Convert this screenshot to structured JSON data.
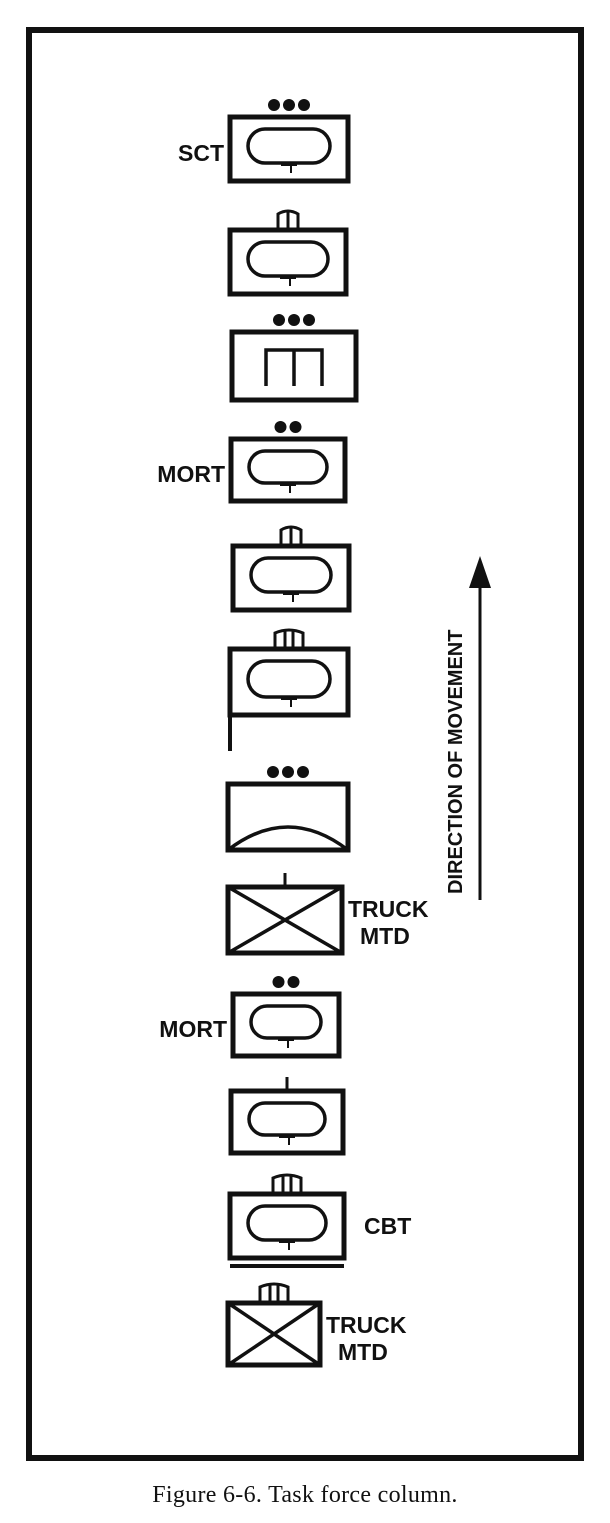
{
  "figure": {
    "caption": "Figure 6-6. Task force column.",
    "direction_label": "DIRECTION OF MOVEMENT"
  },
  "units": [
    {
      "type": "armor",
      "size": "platoon",
      "label_left": "SCT",
      "label_right": []
    },
    {
      "type": "armor",
      "size": "company",
      "label_left": "",
      "label_right": []
    },
    {
      "type": "engineer",
      "size": "platoon",
      "label_left": "",
      "label_right": []
    },
    {
      "type": "armor",
      "size": "section",
      "label_left": "MORT",
      "label_right": []
    },
    {
      "type": "armor",
      "size": "company",
      "label_left": "",
      "label_right": []
    },
    {
      "type": "armor",
      "size": "battalion",
      "label_left": "",
      "label_right": [],
      "flag": true
    },
    {
      "type": "air-defense",
      "size": "platoon",
      "label_left": "",
      "label_right": []
    },
    {
      "type": "infantry",
      "size": "team",
      "label_left": "",
      "label_right": [
        "TRUCK",
        "MTD"
      ]
    },
    {
      "type": "armor",
      "size": "section",
      "label_left": "MORT",
      "label_right": []
    },
    {
      "type": "armor",
      "size": "team",
      "label_left": "",
      "label_right": []
    },
    {
      "type": "armor",
      "size": "battalion",
      "label_left": "",
      "label_right": [
        "CBT"
      ],
      "base": true
    },
    {
      "type": "infantry",
      "size": "battalion",
      "label_left": "",
      "label_right": [
        "TRUCK",
        "MTD"
      ]
    }
  ],
  "colors": {
    "ink": "#111111",
    "background": "#ffffff"
  }
}
